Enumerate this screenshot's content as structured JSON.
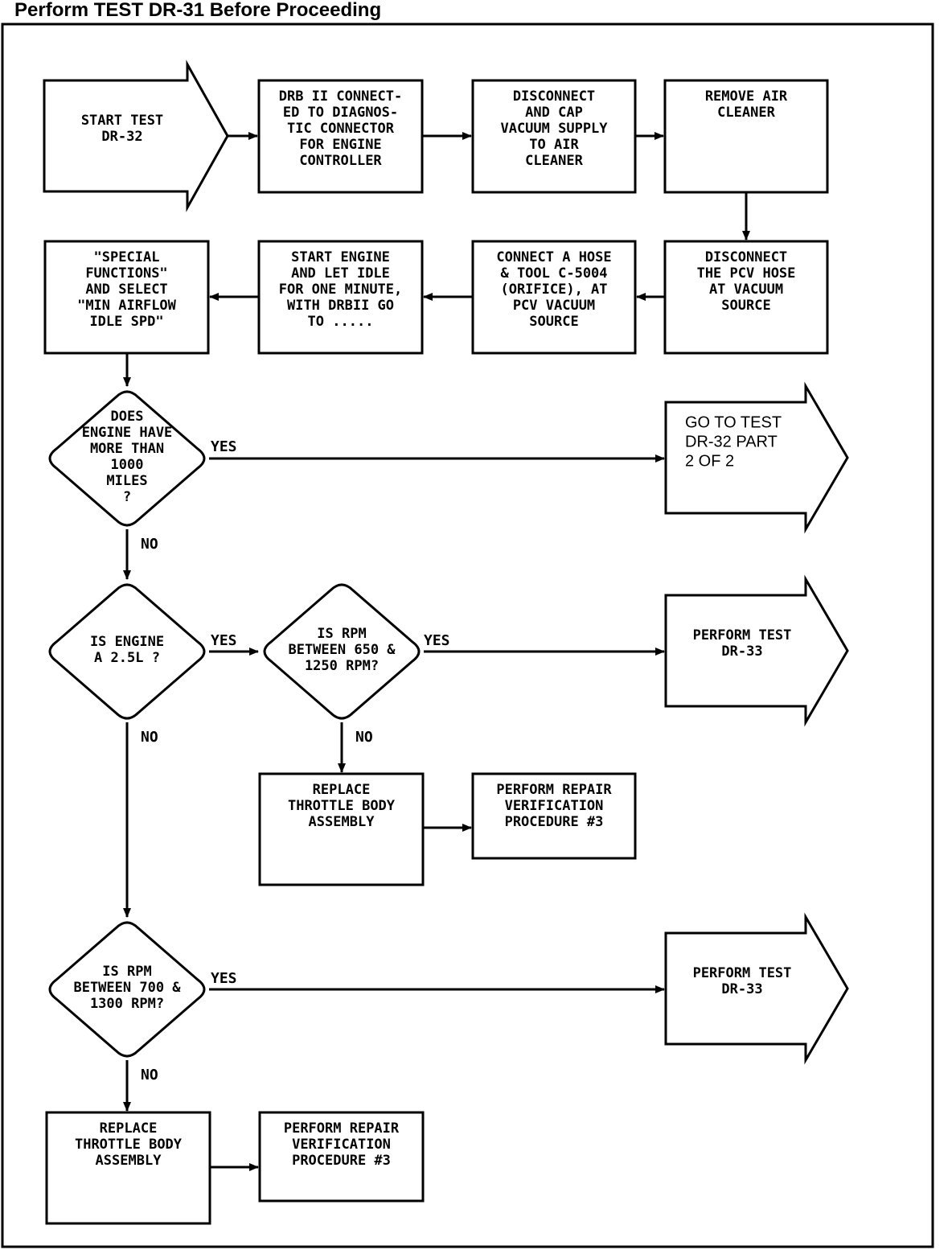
{
  "header": "Perform TEST DR-31 Before Proceeding",
  "colors": {
    "ink": "#000000",
    "background": "#ffffff"
  },
  "nodes": {
    "start_test": {
      "shape": "terminal",
      "lines": [
        "START TEST",
        "DR-32"
      ]
    },
    "drb_connected": {
      "shape": "process",
      "lines": [
        "DRB II CONNECT-",
        "ED TO DIAGNOS-",
        "TIC CONNECTOR",
        "FOR ENGINE",
        "CONTROLLER"
      ]
    },
    "disconnect_cap": {
      "shape": "process",
      "lines": [
        "DISCONNECT",
        "AND CAP",
        "VACUUM SUPPLY",
        "TO AIR",
        "CLEANER"
      ]
    },
    "remove_air_cleaner": {
      "shape": "process",
      "lines": [
        "REMOVE AIR",
        "CLEANER"
      ]
    },
    "disconnect_pcv": {
      "shape": "process",
      "lines": [
        "DISCONNECT",
        "THE PCV HOSE",
        "AT VACUUM",
        "SOURCE"
      ]
    },
    "connect_hose": {
      "shape": "process",
      "lines": [
        "CONNECT A HOSE",
        "& TOOL C-5004",
        "(ORIFICE), AT",
        "PCV VACUUM",
        "SOURCE"
      ]
    },
    "start_engine": {
      "shape": "process",
      "lines": [
        "START ENGINE",
        "AND LET IDLE",
        "FOR ONE MINUTE,",
        "WITH DRBII GO",
        "TO ....."
      ]
    },
    "special_functions": {
      "shape": "process",
      "lines": [
        "\"SPECIAL",
        "FUNCTIONS\"",
        "AND SELECT",
        "\"MIN AIRFLOW",
        "IDLE SPD\""
      ]
    },
    "q_1000_miles": {
      "shape": "decision",
      "lines": [
        "DOES",
        "ENGINE HAVE",
        "MORE THAN",
        "1000",
        "MILES",
        "?"
      ]
    },
    "goto_part2": {
      "shape": "terminal",
      "lines": [
        "GO TO TEST",
        "DR-32 PART",
        "2 OF 2"
      ]
    },
    "q_2_5l": {
      "shape": "decision",
      "lines": [
        "IS ENGINE",
        "A 2.5L ?"
      ]
    },
    "q_rpm_650": {
      "shape": "decision",
      "lines": [
        "IS RPM",
        "BETWEEN 650 &",
        "1250 RPM?"
      ]
    },
    "perform_dr33_a": {
      "shape": "terminal",
      "lines": [
        "PERFORM TEST",
        "DR-33"
      ]
    },
    "replace_tb_a": {
      "shape": "process",
      "lines": [
        "REPLACE",
        "THROTTLE BODY",
        "ASSEMBLY"
      ]
    },
    "verify_a": {
      "shape": "process",
      "lines": [
        "PERFORM REPAIR",
        "VERIFICATION",
        "PROCEDURE #3"
      ]
    },
    "q_rpm_700": {
      "shape": "decision",
      "lines": [
        "IS RPM",
        "BETWEEN 700 &",
        "1300 RPM?"
      ]
    },
    "perform_dr33_b": {
      "shape": "terminal",
      "lines": [
        "PERFORM TEST",
        "DR-33"
      ]
    },
    "replace_tb_b": {
      "shape": "process",
      "lines": [
        "REPLACE",
        "THROTTLE BODY",
        "ASSEMBLY"
      ]
    },
    "verify_b": {
      "shape": "process",
      "lines": [
        "PERFORM REPAIR",
        "VERIFICATION",
        "PROCEDURE #3"
      ]
    }
  },
  "edges": [
    {
      "from": "start_test",
      "to": "drb_connected",
      "label": ""
    },
    {
      "from": "drb_connected",
      "to": "disconnect_cap",
      "label": ""
    },
    {
      "from": "disconnect_cap",
      "to": "remove_air_cleaner",
      "label": ""
    },
    {
      "from": "remove_air_cleaner",
      "to": "disconnect_pcv",
      "label": ""
    },
    {
      "from": "disconnect_pcv",
      "to": "connect_hose",
      "label": ""
    },
    {
      "from": "connect_hose",
      "to": "start_engine",
      "label": ""
    },
    {
      "from": "start_engine",
      "to": "special_functions",
      "label": ""
    },
    {
      "from": "special_functions",
      "to": "q_1000_miles",
      "label": ""
    },
    {
      "from": "q_1000_miles",
      "to": "goto_part2",
      "label": "YES"
    },
    {
      "from": "q_1000_miles",
      "to": "q_2_5l",
      "label": "NO"
    },
    {
      "from": "q_2_5l",
      "to": "q_rpm_650",
      "label": "YES"
    },
    {
      "from": "q_rpm_650",
      "to": "perform_dr33_a",
      "label": "YES"
    },
    {
      "from": "q_rpm_650",
      "to": "replace_tb_a",
      "label": "NO"
    },
    {
      "from": "replace_tb_a",
      "to": "verify_a",
      "label": ""
    },
    {
      "from": "q_2_5l",
      "to": "q_rpm_700",
      "label": "NO"
    },
    {
      "from": "q_rpm_700",
      "to": "perform_dr33_b",
      "label": "YES"
    },
    {
      "from": "q_rpm_700",
      "to": "replace_tb_b",
      "label": "NO"
    },
    {
      "from": "replace_tb_b",
      "to": "verify_b",
      "label": ""
    }
  ]
}
